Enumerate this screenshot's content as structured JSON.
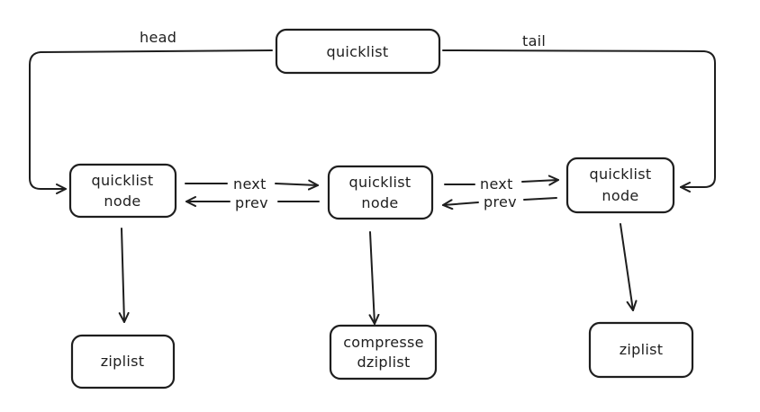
{
  "diagram": {
    "quicklist": {
      "label": "quicklist"
    },
    "edges": {
      "head_label": "head",
      "tail_label": "tail",
      "next_label_1": "next",
      "prev_label_1": "prev",
      "next_label_2": "next",
      "prev_label_2": "prev"
    },
    "nodes": [
      {
        "line1": "quicklist",
        "line2": "node"
      },
      {
        "line1": "quicklist",
        "line2": "node"
      },
      {
        "line1": "quicklist",
        "line2": "node"
      }
    ],
    "lists": [
      {
        "line1": "ziplist",
        "line2": ""
      },
      {
        "line1": "compresse",
        "line2": "dziplist"
      },
      {
        "line1": "ziplist",
        "line2": ""
      }
    ]
  }
}
